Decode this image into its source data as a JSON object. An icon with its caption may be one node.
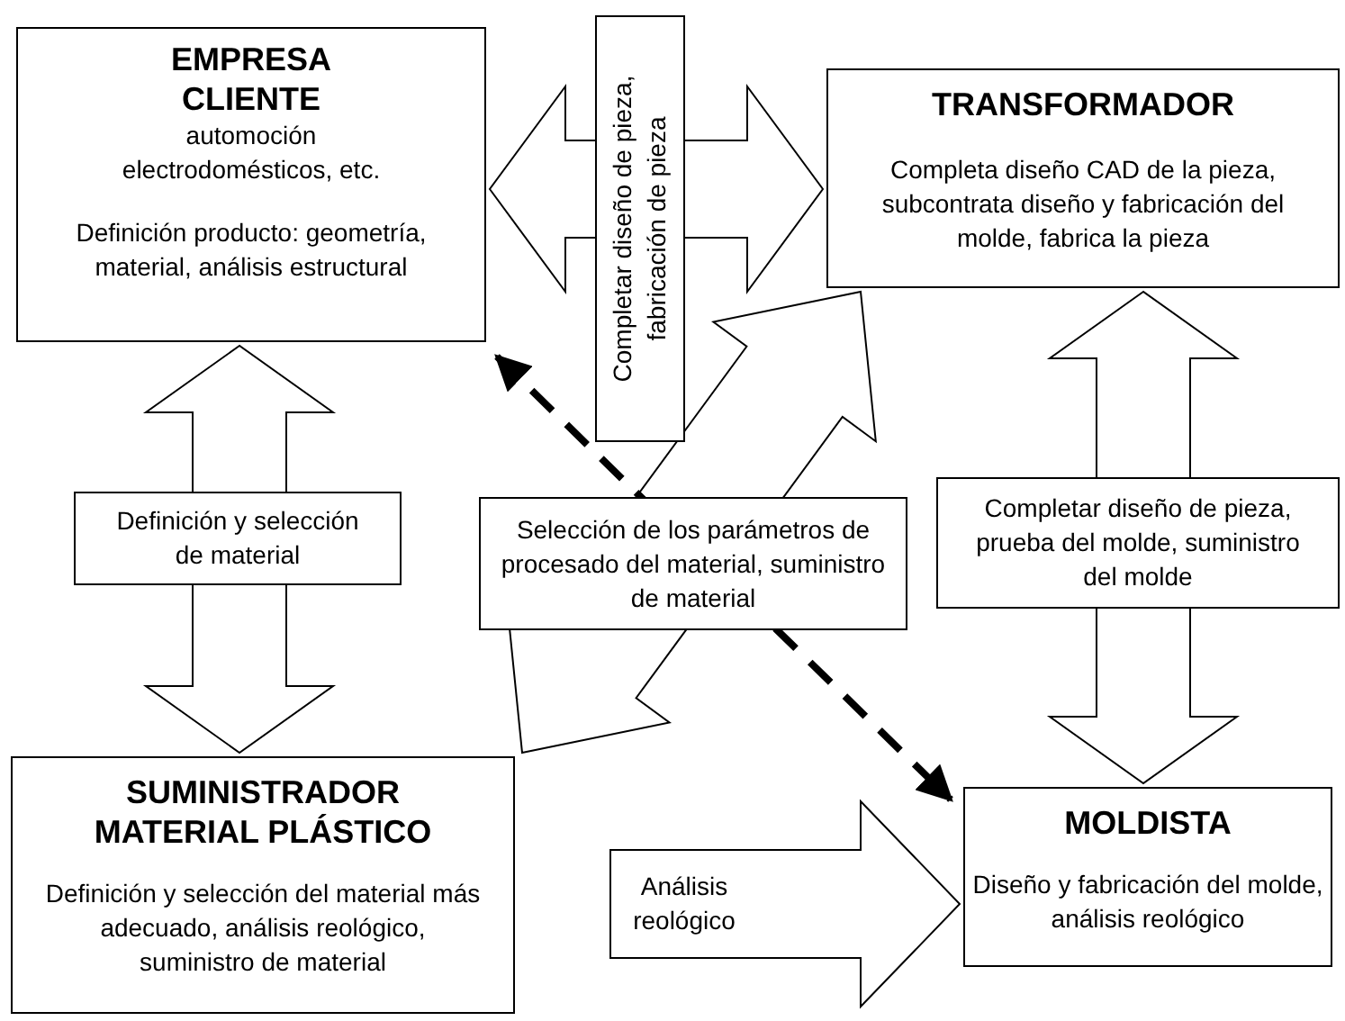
{
  "diagram": {
    "nodes": [
      {
        "text": [
          "EMPRESA CLIENTE",
          "automoción electrodomésticos, etc.",
          "Definición producto: geometría, material, análisis estructural"
        ]
      },
      {
        "text": [
          "TRANSFORMADOR",
          "Completa diseño CAD de la pieza, subcontrata diseño y fabricación del molde, fabrica la pieza"
        ]
      },
      {
        "text": [
          "SUMINISTRADOR MATERIAL PLÁSTICO",
          "Definición y selección del material más adecuado, análisis reológico, suministro de material"
        ]
      },
      {
        "text": [
          "MOLDISTA",
          "Diseño y fabricación del molde, análisis reológico"
        ]
      }
    ],
    "edges": [
      {
        "from": 0,
        "to": 1,
        "arrow": "both",
        "label": "Completar diseño de pieza, fabricación de pieza"
      },
      {
        "from": 0,
        "to": 2,
        "arrow": "both",
        "label": "Definición y selección de material"
      },
      {
        "from": 1,
        "to": 3,
        "arrow": "both",
        "label": "Completar diseño de pieza, prueba del molde, suministro del molde"
      },
      {
        "from": 2,
        "to": 1,
        "arrow": "both",
        "label": "Selección de los parámetros de procesado del material, suministro de material"
      },
      {
        "from": 2,
        "to": 3,
        "arrow": "to",
        "label": "Análisis reológico"
      },
      {
        "from": 0,
        "to": 3,
        "arrow": "both",
        "style": "dashed"
      }
    ]
  }
}
